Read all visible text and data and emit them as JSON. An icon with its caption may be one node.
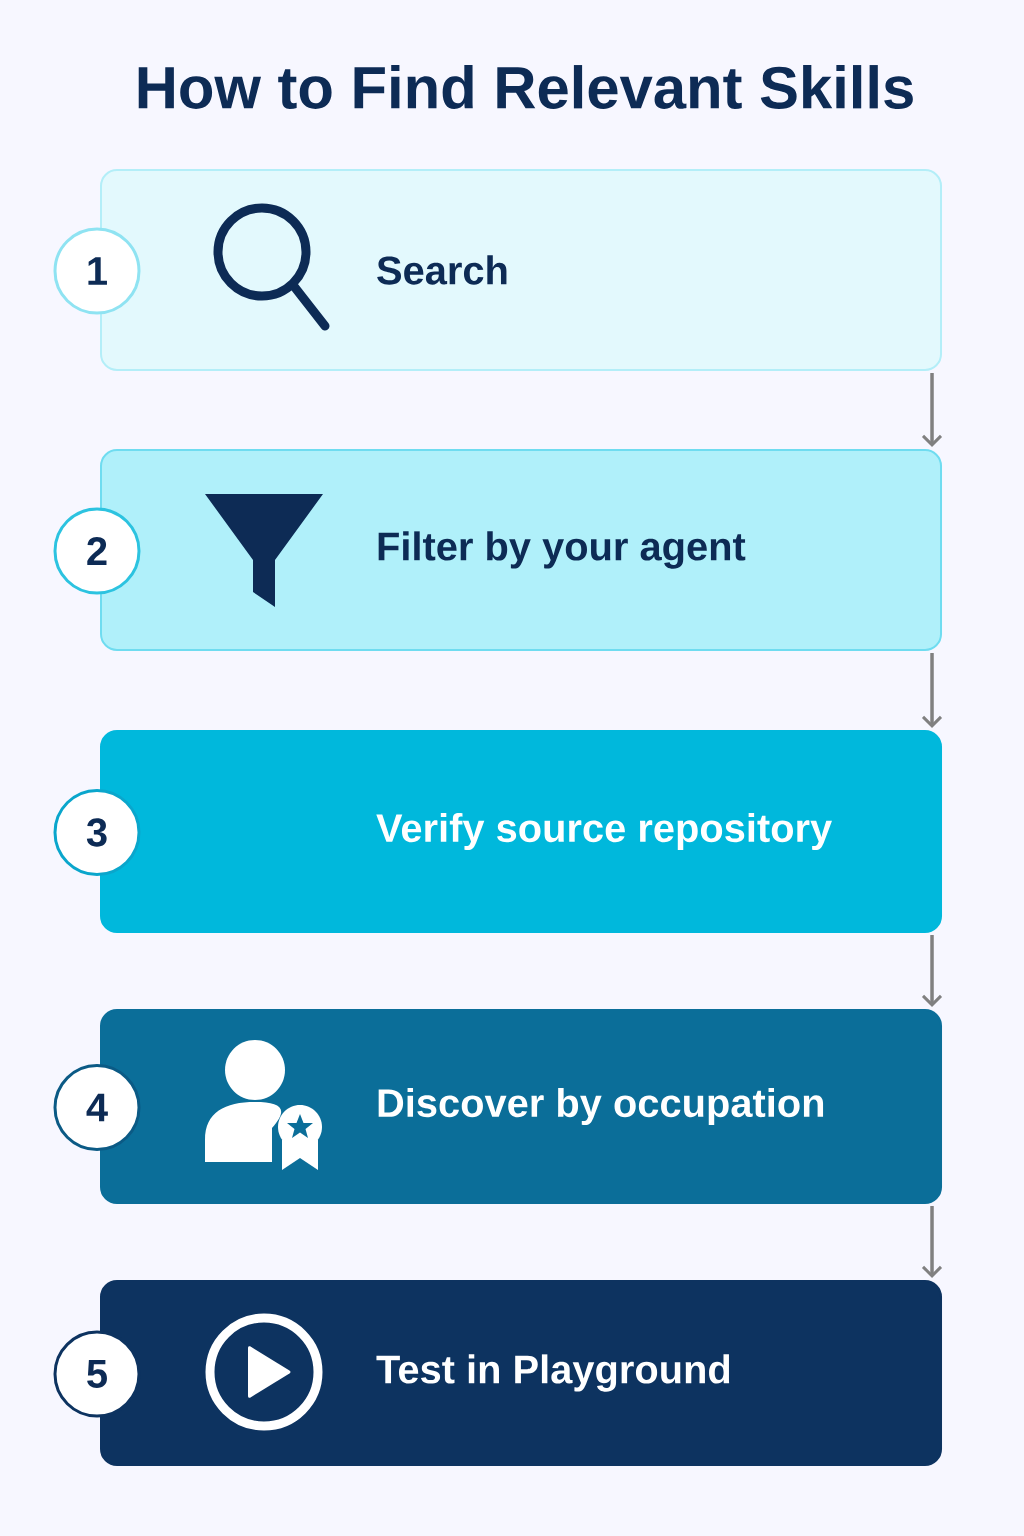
{
  "diagram": {
    "title": "How to Find Relevant Skills",
    "nodes": [
      {
        "text": [
          "1"
        ]
      },
      {
        "text": [
          "Search"
        ]
      },
      {
        "text": [
          "2"
        ]
      },
      {
        "text": [
          "Filter by your agent"
        ]
      },
      {
        "text": [
          "3"
        ]
      },
      {
        "text": [
          "Verify source repository"
        ]
      },
      {
        "text": [
          "4"
        ]
      },
      {
        "text": [
          "Discover by occupation"
        ]
      },
      {
        "text": [
          "5"
        ]
      },
      {
        "text": [
          "Test in Playground"
        ]
      }
    ],
    "edges": [
      {
        "from": 1,
        "to": 3,
        "arrow": "to"
      },
      {
        "from": 3,
        "to": 5,
        "arrow": "to"
      },
      {
        "from": 5,
        "to": 7,
        "arrow": "to"
      },
      {
        "from": 7,
        "to": 9,
        "arrow": "to"
      }
    ]
  }
}
